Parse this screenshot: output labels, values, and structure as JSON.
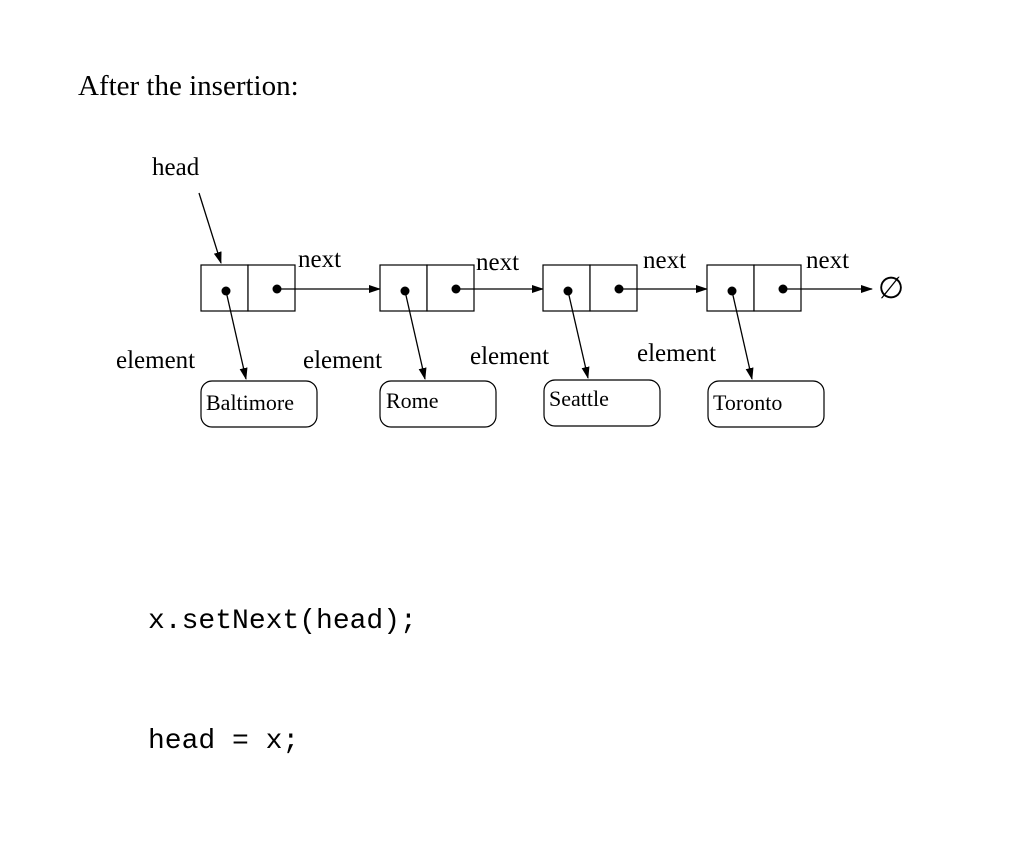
{
  "heading": "After the insertion:",
  "diagram": {
    "head_label": "head",
    "next_label": "next",
    "element_label": "element",
    "null_symbol": "∅",
    "nodes": [
      {
        "element": "Baltimore"
      },
      {
        "element": "Rome"
      },
      {
        "element": "Seattle"
      },
      {
        "element": "Toronto"
      }
    ]
  },
  "code": {
    "lines": [
      "x.setNext(head);",
      "head = x;"
    ]
  }
}
